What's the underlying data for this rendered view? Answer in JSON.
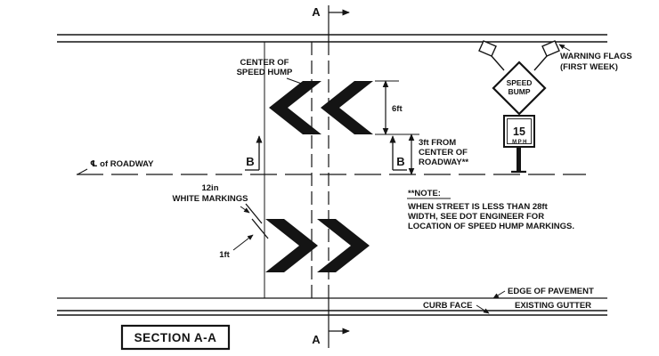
{
  "colors": {
    "ink": "#141414",
    "background": "#ffffff"
  },
  "title": "SECTION A-A",
  "cut_markers": {
    "a": "A",
    "b": "B"
  },
  "labels": {
    "center_hump_1": "CENTER OF",
    "center_hump_2": "SPEED HUMP",
    "warning_1": "WARNING FLAGS",
    "warning_2": "(FIRST WEEK)",
    "cl_roadway": "℄ of ROADWAY",
    "marking_size": "12in",
    "marking_name": "WHITE MARKINGS",
    "curb_face": "CURB FACE",
    "edge_of_pavement": "EDGE OF PAVEMENT",
    "existing_gutter": "EXISTING GUTTER"
  },
  "dimensions": {
    "hump_half_width": "6ft",
    "offset_1": "3ft FROM",
    "offset_2": "CENTER OF",
    "offset_3": "ROADWAY**",
    "marking_gap": "1ft"
  },
  "sign": {
    "diamond_1": "SPEED",
    "diamond_2": "BUMP",
    "mph_value": "15",
    "mph_unit": "MPH"
  },
  "note": {
    "heading": "**NOTE:",
    "line1": "WHEN STREET IS LESS THAN 28ft",
    "line2": "WIDTH, SEE DOT ENGINEER FOR",
    "line3": "LOCATION OF SPEED HUMP MARKINGS."
  }
}
